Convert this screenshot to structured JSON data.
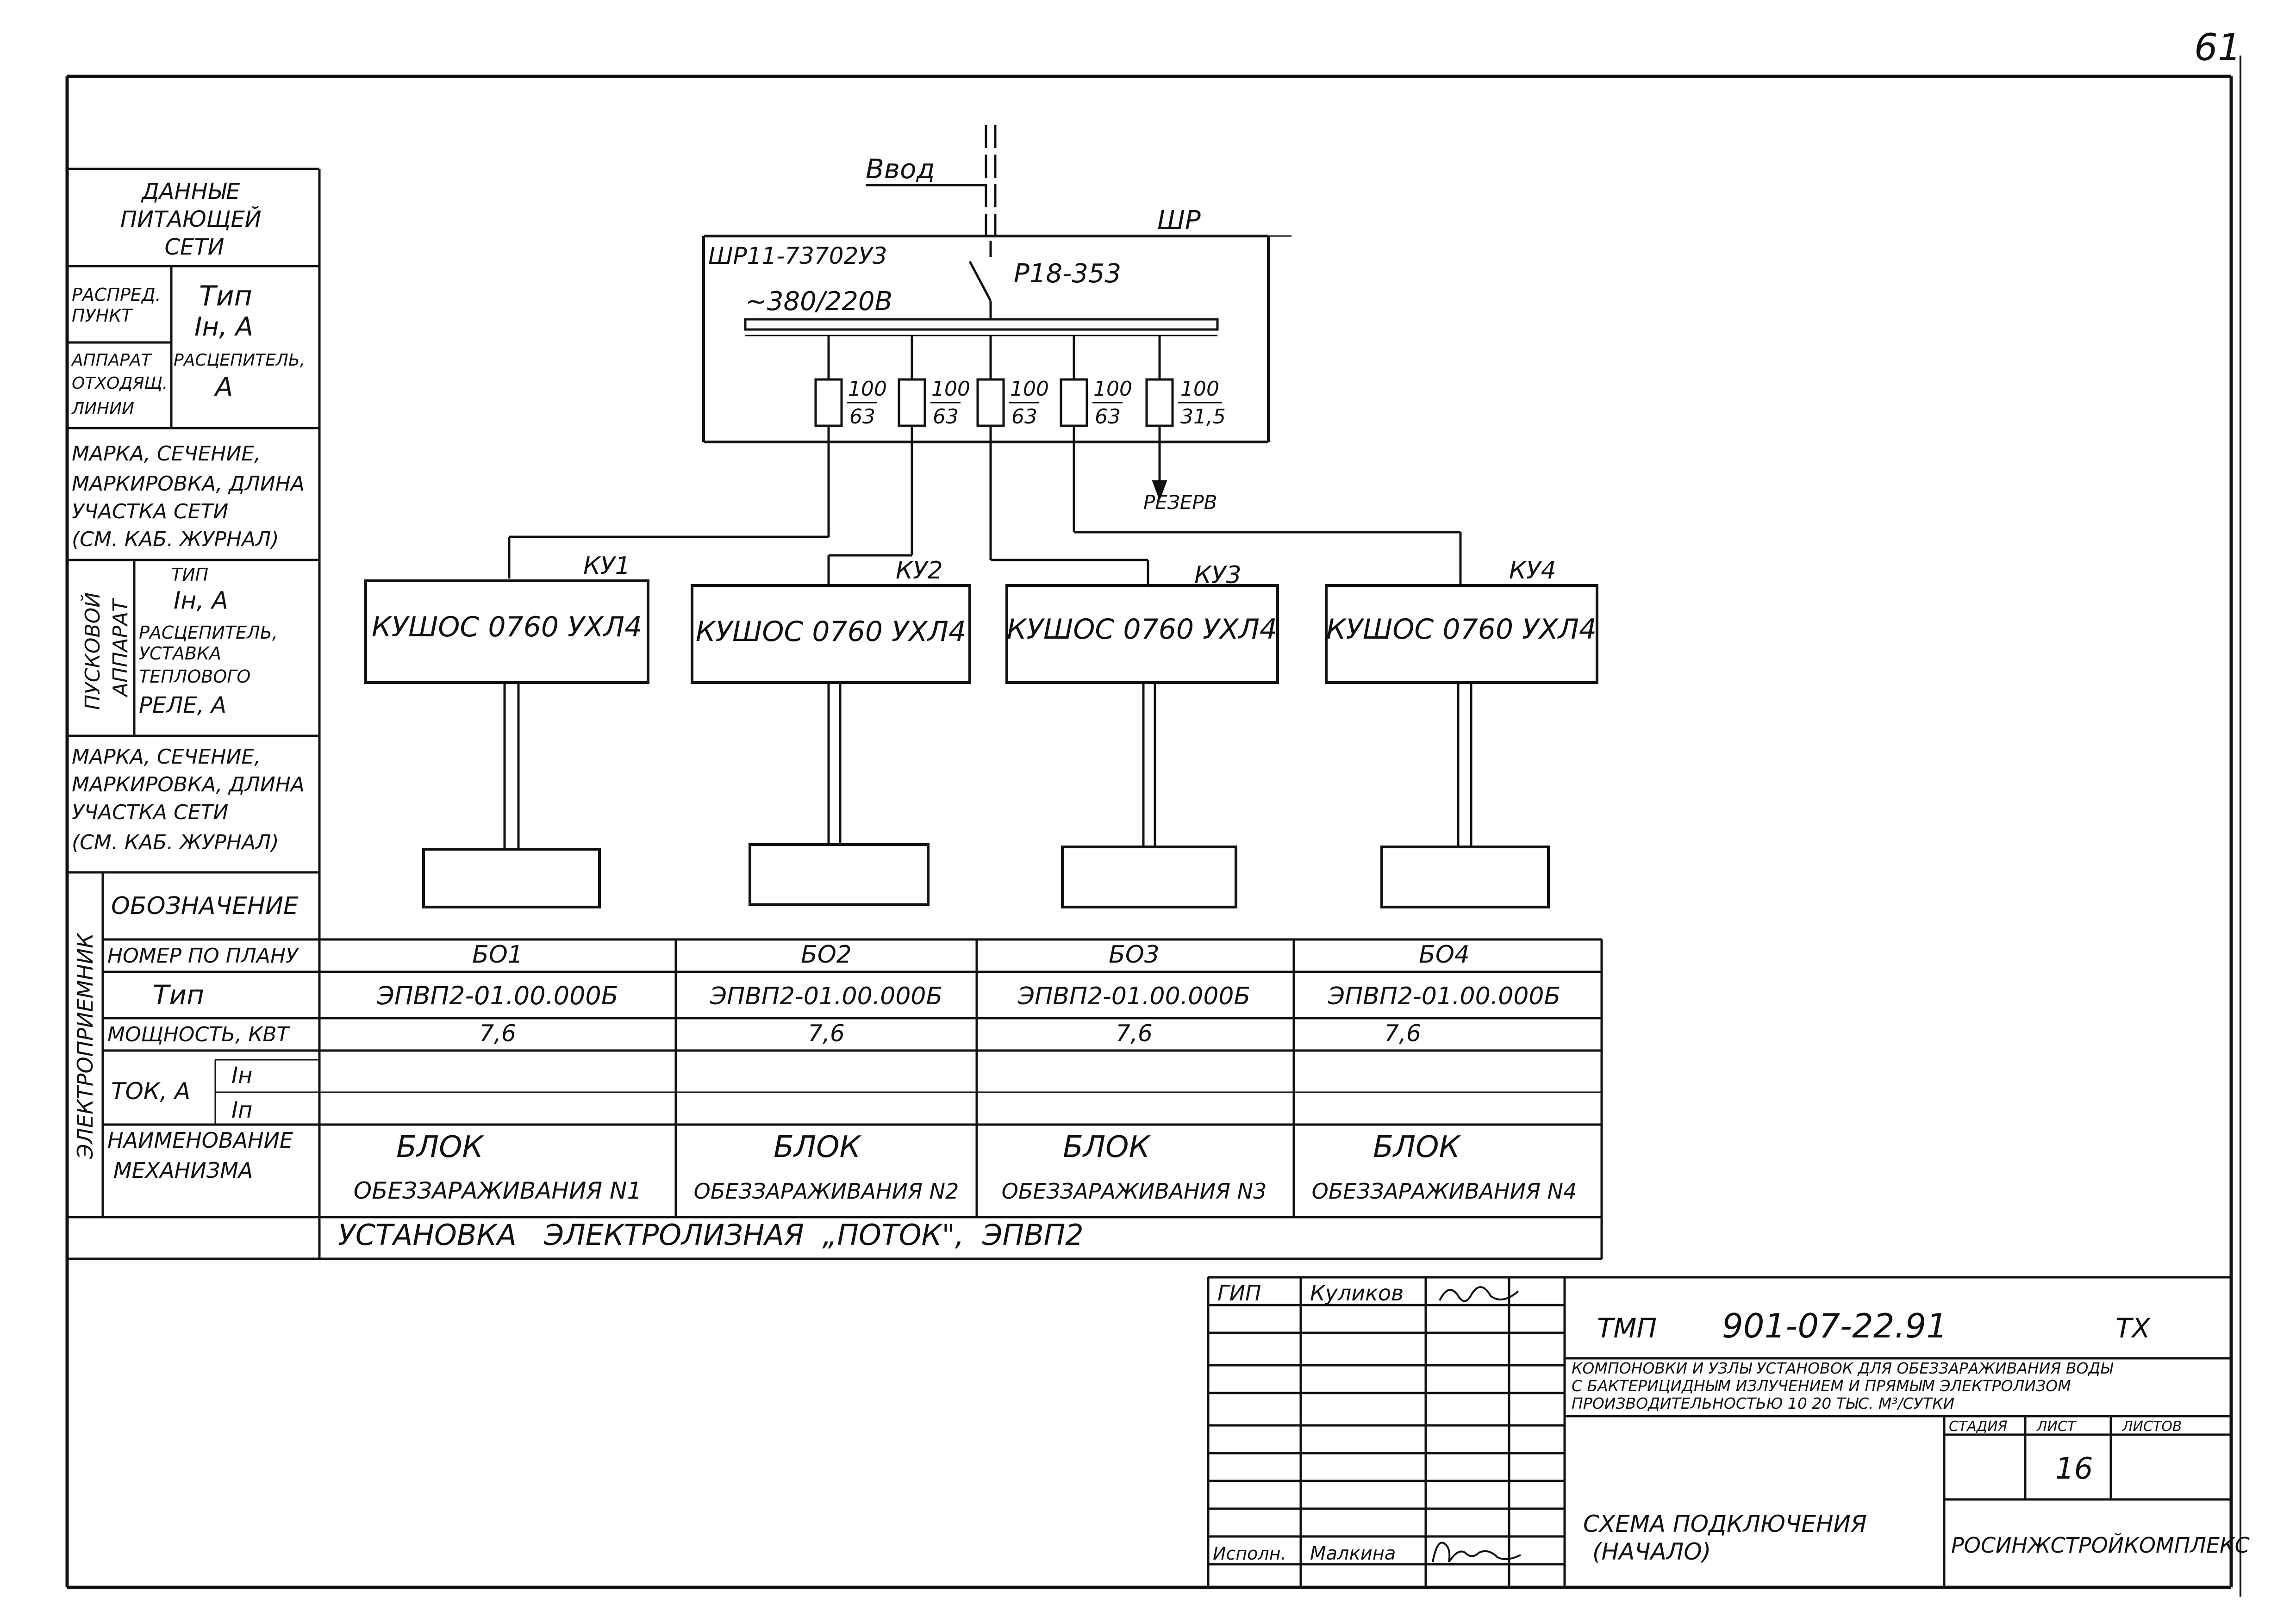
{
  "page_number": "61",
  "left_block": {
    "header": [
      "ДАННЫЕ",
      "ПИТАЮЩЕЙ",
      "СЕТИ"
    ],
    "distribution_point": [
      "РАСПРЕД.",
      "ПУНКТ"
    ],
    "dp_type": "Тип",
    "dp_current": "Iн, А",
    "outgoing_apparatus": [
      "АППАРАТ",
      "ОТХОДЯЩ.",
      "ЛИНИИ"
    ],
    "release_label": "РАСЦЕПИТЕЛЬ,",
    "release_unit": "А",
    "cable_section_1": [
      "МАРКА, СЕЧЕНИЕ,",
      "МАРКИРОВКА, ДЛИНА",
      "УЧАСТКА СЕТИ",
      "(СМ. КАБ. ЖУРНАЛ)"
    ],
    "starter_vertical": [
      "ПУСКОВОЙ",
      "АППАРАТ"
    ],
    "starter_fields": [
      "ТИП",
      "Iн, А",
      "РАСЦЕПИТЕЛЬ,",
      "УСТАВКА",
      "ТЕПЛОВОГО",
      "РЕЛЕ, А"
    ],
    "cable_section_2": [
      "МАРКА, СЕЧЕНИЕ,",
      "МАРКИРОВКА, ДЛИНА",
      "УЧАСТКА СЕТИ",
      "(СМ. КАБ. ЖУРНАЛ)"
    ],
    "receiver_vertical": "ЭЛЕКТРОПРИЕМНИК",
    "designation": "ОБОЗНАЧЕНИЕ",
    "plan_number": "НОМЕР ПО ПЛАНУ",
    "type": "Тип",
    "power": "МОЩНОСТЬ, КВТ",
    "current": "ТОК, А",
    "current_in": "Iн",
    "current_ip": "Iп",
    "mechanism": [
      "НАИМЕНОВАНИЕ",
      "МЕХАНИЗМА"
    ]
  },
  "schematic": {
    "input_label": "Ввод",
    "cabinet_label": "ШР",
    "cabinet_model": "ШР11-73702У3",
    "main_switch": "Р18-353",
    "voltage": "~380/220В",
    "fuses": [
      {
        "top": "100",
        "bottom": "63"
      },
      {
        "top": "100",
        "bottom": "63"
      },
      {
        "top": "100",
        "bottom": "63"
      },
      {
        "top": "100",
        "bottom": "63"
      },
      {
        "top": "100",
        "bottom": "31,5"
      }
    ],
    "reserve": "РЕЗЕРВ",
    "control_units": [
      {
        "tag": "КУ1",
        "name": "КУШОС 0760 УХЛ4"
      },
      {
        "tag": "КУ2",
        "name": "КУШОС 0760 УХЛ4"
      },
      {
        "tag": "КУ3",
        "name": "КУШОС 0760 УХЛ4"
      },
      {
        "tag": "КУ4",
        "name": "КУШОС 0760 УХЛ4"
      }
    ]
  },
  "receivers": [
    {
      "plan_no": "БО1",
      "type": "ЭПВП2-01.00.000Б",
      "power": "7,6",
      "name_1": "БЛОК",
      "name_2": "ОБЕЗЗАРАЖИВАНИЯ N1"
    },
    {
      "plan_no": "БО2",
      "type": "ЭПВП2-01.00.000Б",
      "power": "7,6",
      "name_1": "БЛОК",
      "name_2": "ОБЕЗЗАРАЖИВАНИЯ N2"
    },
    {
      "plan_no": "БО3",
      "type": "ЭПВП2-01.00.000Б",
      "power": "7,6",
      "name_1": "БЛОК",
      "name_2": "ОБЕЗЗАРАЖИВАНИЯ N3"
    },
    {
      "plan_no": "БО4",
      "type": "ЭПВП2-01.00.000Б",
      "power": "7,6",
      "name_1": "БЛОК",
      "name_2": "ОБЕЗЗАРАЖИВАНИЯ N4"
    }
  ],
  "installation_row": "УСТАНОВКА   ЭЛЕКТРОЛИЗНАЯ  „ПОТОК\",  ЭПВП2",
  "title_block": {
    "gip_label": "ГИП",
    "gip_name": "Куликов",
    "executor_label": "Исполн.",
    "executor_name": "Малкина",
    "code_prefix": "ТМП",
    "code": "901-07-22.91",
    "code_suffix": "ТХ",
    "description": [
      "КОМПОНОВКИ И УЗЛЫ УСТАНОВОК ДЛЯ ОБЕЗЗАРАЖИВАНИЯ ВОДЫ",
      "С БАКТЕРИЦИДНЫМ ИЗЛУЧЕНИЕМ И ПРЯМЫМ ЭЛЕКТРОЛИЗОМ",
      "ПРОИЗВОДИТЕЛЬНОСТЬЮ  10 20 ТЫС. М³/СУТКИ"
    ],
    "stage_label": "СТАДИЯ",
    "sheet_label": "ЛИСТ",
    "sheets_label": "ЛИСТОВ",
    "sheet_number": "16",
    "drawing_title": [
      "СХЕМА ПОДКЛЮЧЕНИЯ",
      "(НАЧАЛО)"
    ],
    "organization": "РОСИНЖСТРОЙКОМПЛЕКС"
  }
}
